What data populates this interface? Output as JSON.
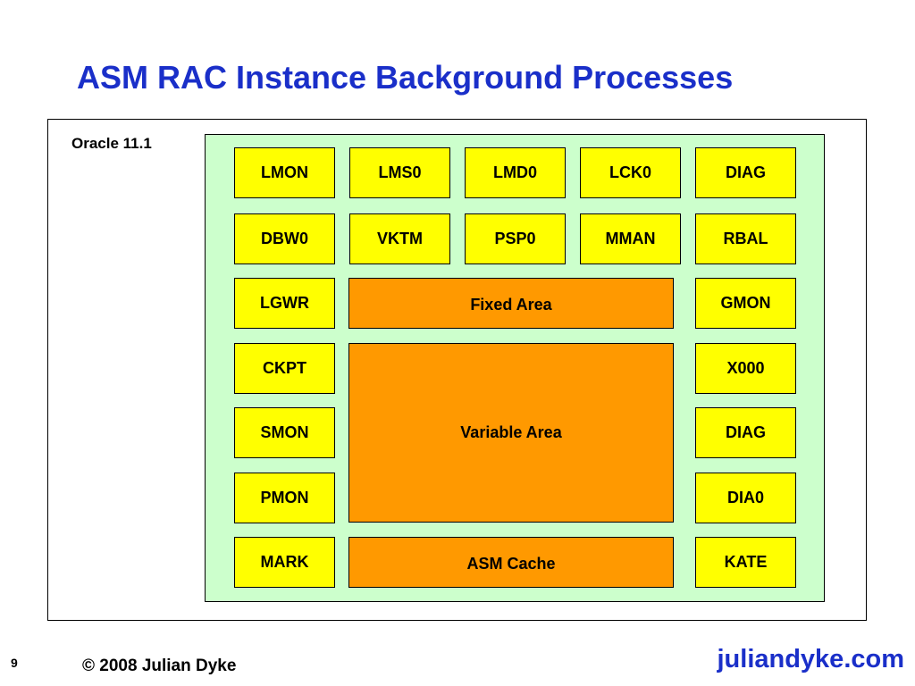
{
  "title": "ASM RAC Instance Background Processes",
  "version_label": "Oracle 11.1",
  "process_rows": [
    [
      "LMON",
      "LMS0",
      "LMD0",
      "LCK0",
      "DIAG"
    ],
    [
      "DBW0",
      "VKTM",
      "PSP0",
      "MMAN",
      "RBAL"
    ]
  ],
  "left_column": [
    "LGWR",
    "CKPT",
    "SMON",
    "PMON",
    "MARK"
  ],
  "right_column": [
    "GMON",
    "X000",
    "DIAG",
    "DIA0",
    "KATE"
  ],
  "areas": {
    "fixed": "Fixed Area",
    "variable": "Variable Area",
    "cache": "ASM Cache"
  },
  "footer": {
    "slide_number": "9",
    "copyright": "© 2008 Julian Dyke",
    "site": "juliandyke.com"
  },
  "colors": {
    "title": "#1a2fc9",
    "process_box": "#ffff00",
    "area_box": "#ff9900",
    "sga_background": "#ccffcc"
  }
}
